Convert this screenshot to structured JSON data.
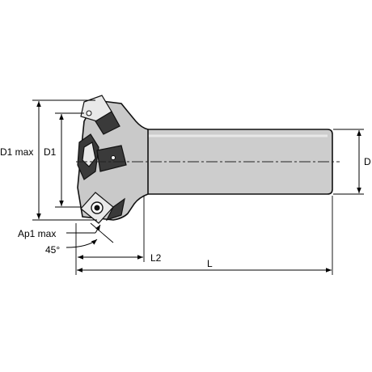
{
  "labels": {
    "d1_max": "D1 max",
    "d1": "D1",
    "d": "D",
    "ap1_max": "Ap1 max",
    "angle": "45°",
    "l2": "L2",
    "l": "L"
  },
  "colors": {
    "tool_body": "#c9c9c9",
    "insert_dark": "#3a3a3a",
    "outline": "#111111"
  }
}
